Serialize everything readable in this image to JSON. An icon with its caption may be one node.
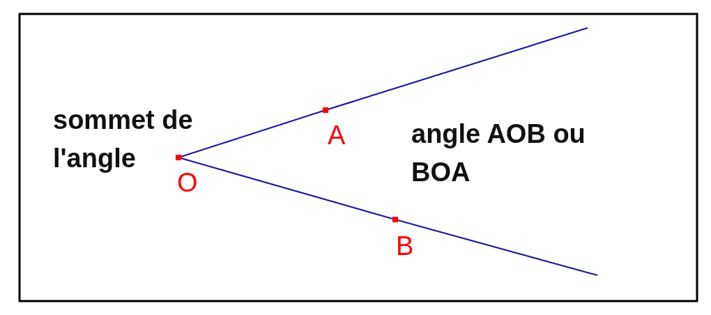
{
  "diagram": {
    "nodes": [
      {
        "text": [
          "O"
        ]
      },
      {
        "text": [
          "A"
        ]
      },
      {
        "text": [
          "B"
        ]
      }
    ],
    "edges": [
      {
        "from": 0,
        "to": 1,
        "arrow": "none"
      },
      {
        "from": 1,
        "to": null,
        "arrow": "none"
      },
      {
        "from": 0,
        "to": 2,
        "arrow": "none"
      },
      {
        "from": 2,
        "to": null,
        "arrow": "none"
      }
    ],
    "labels": [
      "sommet de l'angle",
      "angle AOB ou BOA"
    ]
  }
}
